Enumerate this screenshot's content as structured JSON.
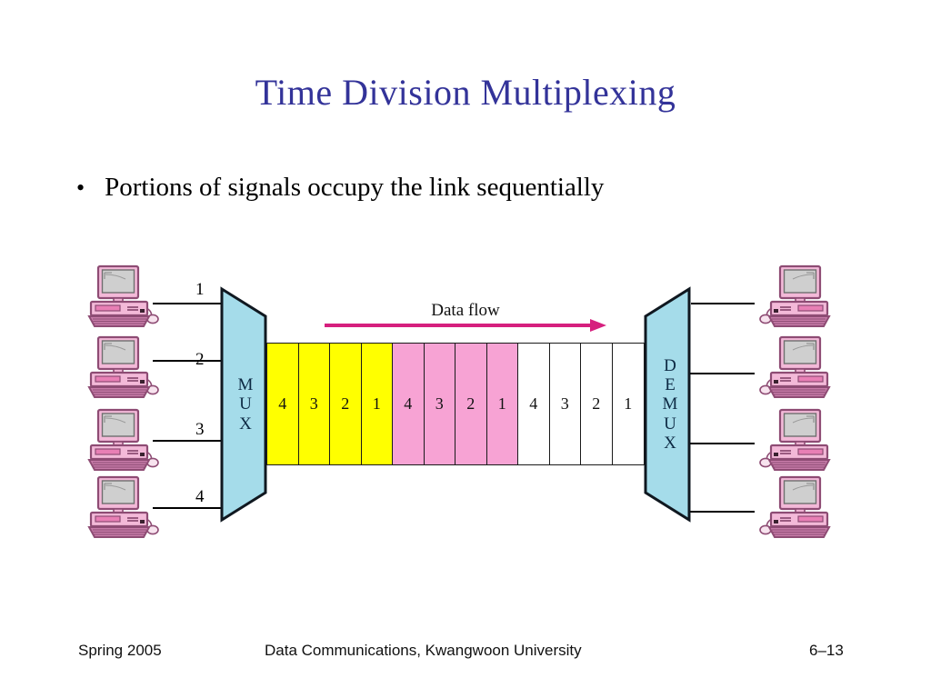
{
  "slide": {
    "title": "Time Division Multiplexing",
    "bullet_marker": "•",
    "bullet_text": "Portions of signals occupy the link sequentially"
  },
  "diagram": {
    "mux_label": "MUX",
    "demux_label": "DEMUX",
    "data_flow_label": "Data flow",
    "input_labels": [
      "1",
      "2",
      "3",
      "4"
    ],
    "frame_cells": [
      {
        "value": "4",
        "color": "#FFFF00"
      },
      {
        "value": "3",
        "color": "#FFFF00"
      },
      {
        "value": "2",
        "color": "#FFFF00"
      },
      {
        "value": "1",
        "color": "#FFFF00"
      },
      {
        "value": "4",
        "color": "#F7A3D4"
      },
      {
        "value": "3",
        "color": "#F7A3D4"
      },
      {
        "value": "2",
        "color": "#F7A3D4"
      },
      {
        "value": "1",
        "color": "#F7A3D4"
      },
      {
        "value": "4",
        "color": "#FFFFFF"
      },
      {
        "value": "3",
        "color": "#FFFFFF"
      },
      {
        "value": "2",
        "color": "#FFFFFF"
      },
      {
        "value": "1",
        "color": "#FFFFFF"
      }
    ],
    "left_computers": [
      "sender-1",
      "sender-2",
      "sender-3",
      "sender-4"
    ],
    "right_computers": [
      "receiver-1",
      "receiver-2",
      "receiver-3",
      "receiver-4"
    ],
    "colors": {
      "title": "#333399",
      "mux_fill": "#A5DCEA",
      "arrow": "#D6207E",
      "yellow_cell": "#FFFF00",
      "pink_cell": "#F7A3D4",
      "white_cell": "#FFFFFF",
      "monitor_screen": "#CFCFCF",
      "case_pink": "#F3B9D8",
      "case_outline": "#8E4C74"
    }
  },
  "footer": {
    "left": "Spring 2005",
    "center": "Data Communications, Kwangwoon University",
    "right": "6–13"
  }
}
